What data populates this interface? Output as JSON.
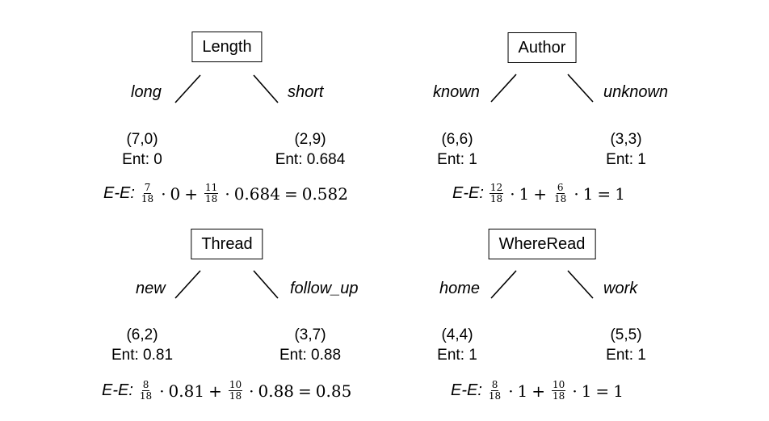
{
  "trees": [
    {
      "attribute": "Length",
      "left_branch": "long",
      "right_branch": "short",
      "left_counts": "(7,0)",
      "left_entropy": "Ent: 0",
      "right_counts": "(2,9)",
      "right_entropy": "Ent: 0.684",
      "formula": {
        "prefix": "E-E:",
        "f1_num": "7",
        "f1_den": "18",
        "v1": "0",
        "f2_num": "11",
        "f2_den": "18",
        "v2": "0.684",
        "result": "0.582"
      }
    },
    {
      "attribute": "Author",
      "left_branch": "known",
      "right_branch": "unknown",
      "left_counts": "(6,6)",
      "left_entropy": "Ent: 1",
      "right_counts": "(3,3)",
      "right_entropy": "Ent: 1",
      "formula": {
        "prefix": "E-E:",
        "f1_num": "12",
        "f1_den": "18",
        "v1": "1",
        "f2_num": "6",
        "f2_den": "18",
        "v2": "1",
        "result": "1"
      }
    },
    {
      "attribute": "Thread",
      "left_branch": "new",
      "right_branch": "follow_up",
      "left_counts": "(6,2)",
      "left_entropy": "Ent: 0.81",
      "right_counts": "(3,7)",
      "right_entropy": "Ent: 0.88",
      "formula": {
        "prefix": "E-E:",
        "f1_num": "8",
        "f1_den": "18",
        "v1": "0.81",
        "f2_num": "10",
        "f2_den": "18",
        "v2": "0.88",
        "result": "0.85"
      }
    },
    {
      "attribute": "WhereRead",
      "left_branch": "home",
      "right_branch": "work",
      "left_counts": "(4,4)",
      "left_entropy": "Ent: 1",
      "right_counts": "(5,5)",
      "right_entropy": "Ent: 1",
      "formula": {
        "prefix": "E-E:",
        "f1_num": "8",
        "f1_den": "18",
        "v1": "1",
        "f2_num": "10",
        "f2_den": "18",
        "v2": "1",
        "result": "1"
      }
    }
  ]
}
